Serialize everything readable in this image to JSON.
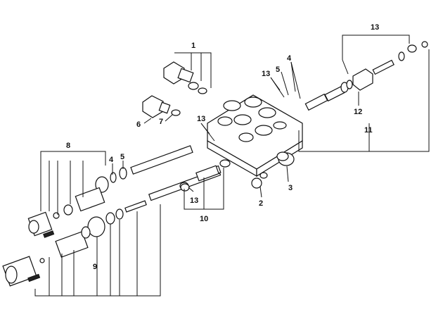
{
  "callouts": {
    "c1": "1",
    "c2": "2",
    "c3": "3",
    "c4a": "4",
    "c4b": "4",
    "c5a": "5",
    "c5b": "5",
    "c6": "6",
    "c7": "7",
    "c8": "8",
    "c9": "9",
    "c10": "10",
    "c11": "11",
    "c12": "12",
    "c13a": "13",
    "c13b": "13",
    "c13c": "13",
    "c13d": "13"
  }
}
